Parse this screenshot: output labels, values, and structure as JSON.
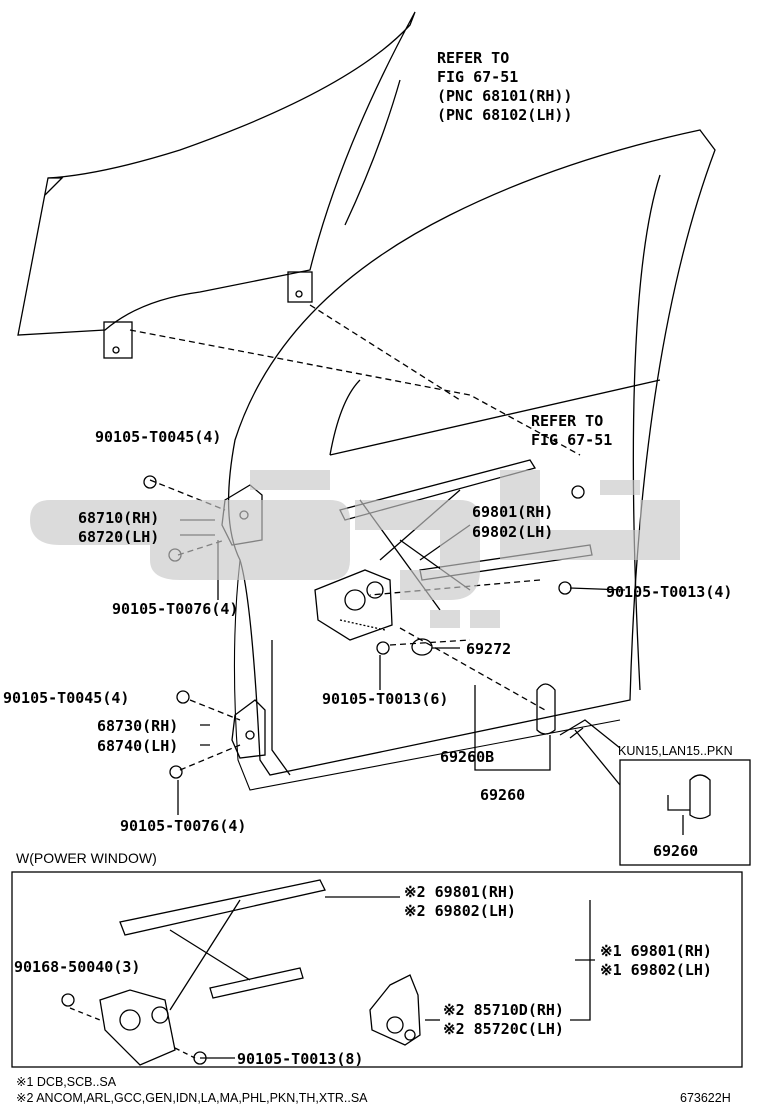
{
  "refer_top": [
    "REFER TO",
    "FIG 67-51",
    "(PNC 68101(RH))",
    "(PNC 68102(LH))"
  ],
  "refer_right": [
    "REFER TO",
    "FIG 67-51"
  ],
  "labels": {
    "p90105_t0045_a": "90105-T0045(4)",
    "p68710": "68710(RH)",
    "p68720": "68720(LH)",
    "p90105_t0076_a": "90105-T0076(4)",
    "p69801": "69801(RH)",
    "p69802": "69802(LH)",
    "p90105_t0013_4": "90105-T0013(4)",
    "p69272": "69272",
    "p90105_t0013_6": "90105-T0013(6)",
    "p90105_t0045_b": "90105-T0045(4)",
    "p68730": "68730(RH)",
    "p68740": "68740(LH)",
    "p69260b": "69260B",
    "p69260": "69260",
    "p90105_t0076_b": "90105-T0076(4)"
  },
  "inset": {
    "code": "KUN15,LAN15..PKN",
    "part": "69260"
  },
  "power_window": {
    "title": "W(POWER WINDOW)",
    "r2_69801": "※2 69801(RH)",
    "r2_69802": "※2 69802(LH)",
    "r1_69801": "※1 69801(RH)",
    "r1_69802": "※1 69802(LH)",
    "p90168": "90168-50040(3)",
    "r2_85710": "※2 85710D(RH)",
    "r2_85720": "※2 85720C(LH)",
    "p90105_t0013_8": "90105-T0013(8)"
  },
  "footnotes": [
    "※1 DCB,SCB..SA",
    "※2 ANCOM,ARL,GCC,GEN,IDN,LA,MA,PHL,PKN,TH,XTR..SA"
  ],
  "figure_id": "673622H",
  "colors": {
    "ink": "#000000",
    "watermark": "#c8c8c8"
  }
}
